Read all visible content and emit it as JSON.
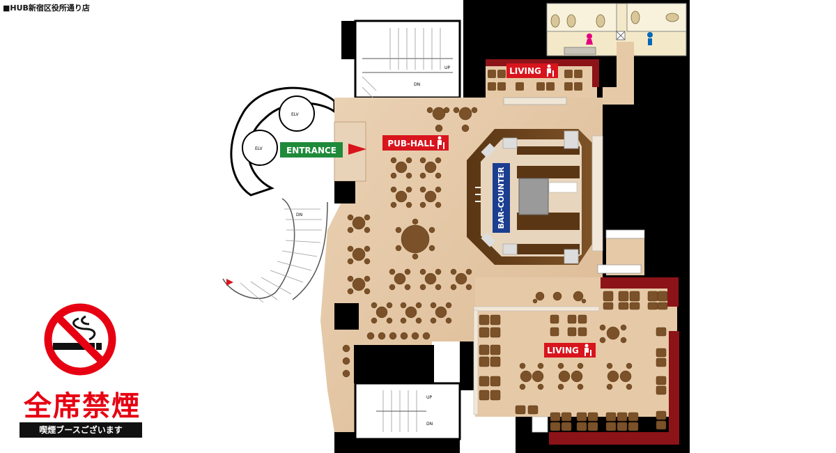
{
  "title": "■HUB新宿区役所通り店",
  "labels": {
    "elv": "ELV",
    "up": "UP",
    "dn": "DN",
    "entrance": "ENTRANCE",
    "pub_hall": "PUB-HALL",
    "living": "LIVING",
    "bar_counter": "BAR-COUNTER"
  },
  "notice": {
    "no_smoking": "全席禁煙",
    "booth": "喫煙ブースございます"
  },
  "colors": {
    "floor": "#e6c9a7",
    "table": "#7a5128",
    "wall": "#000000",
    "accent_red": "#d8141d",
    "living_sofa": "#8c1318",
    "entrance_green": "#1f8a3a",
    "bar_blue": "#1b3e90",
    "toilet_floor": "#f3e9c8"
  }
}
